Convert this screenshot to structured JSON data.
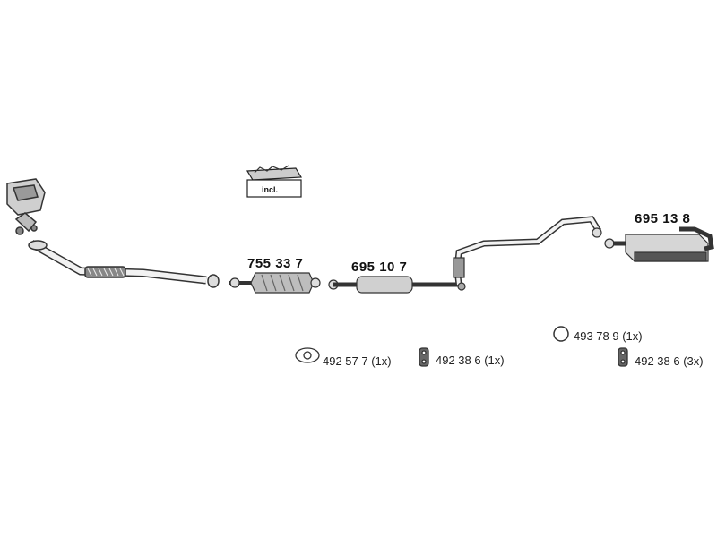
{
  "parts": {
    "catalyst": "755 33 7",
    "middle_silencer": "695 10 7",
    "rear_silencer": "695 13 8"
  },
  "kit_badge": "incl.",
  "accessories": {
    "gasket": "492 57 7 (1x)",
    "hanger_a": "492 38 6 (1x)",
    "ring": "493 78 9 (1x)",
    "hanger_b": "492 38 6 (3x)"
  },
  "colors": {
    "line": "#333333",
    "fill_light": "#d9d9d9",
    "fill_dark": "#555555"
  }
}
